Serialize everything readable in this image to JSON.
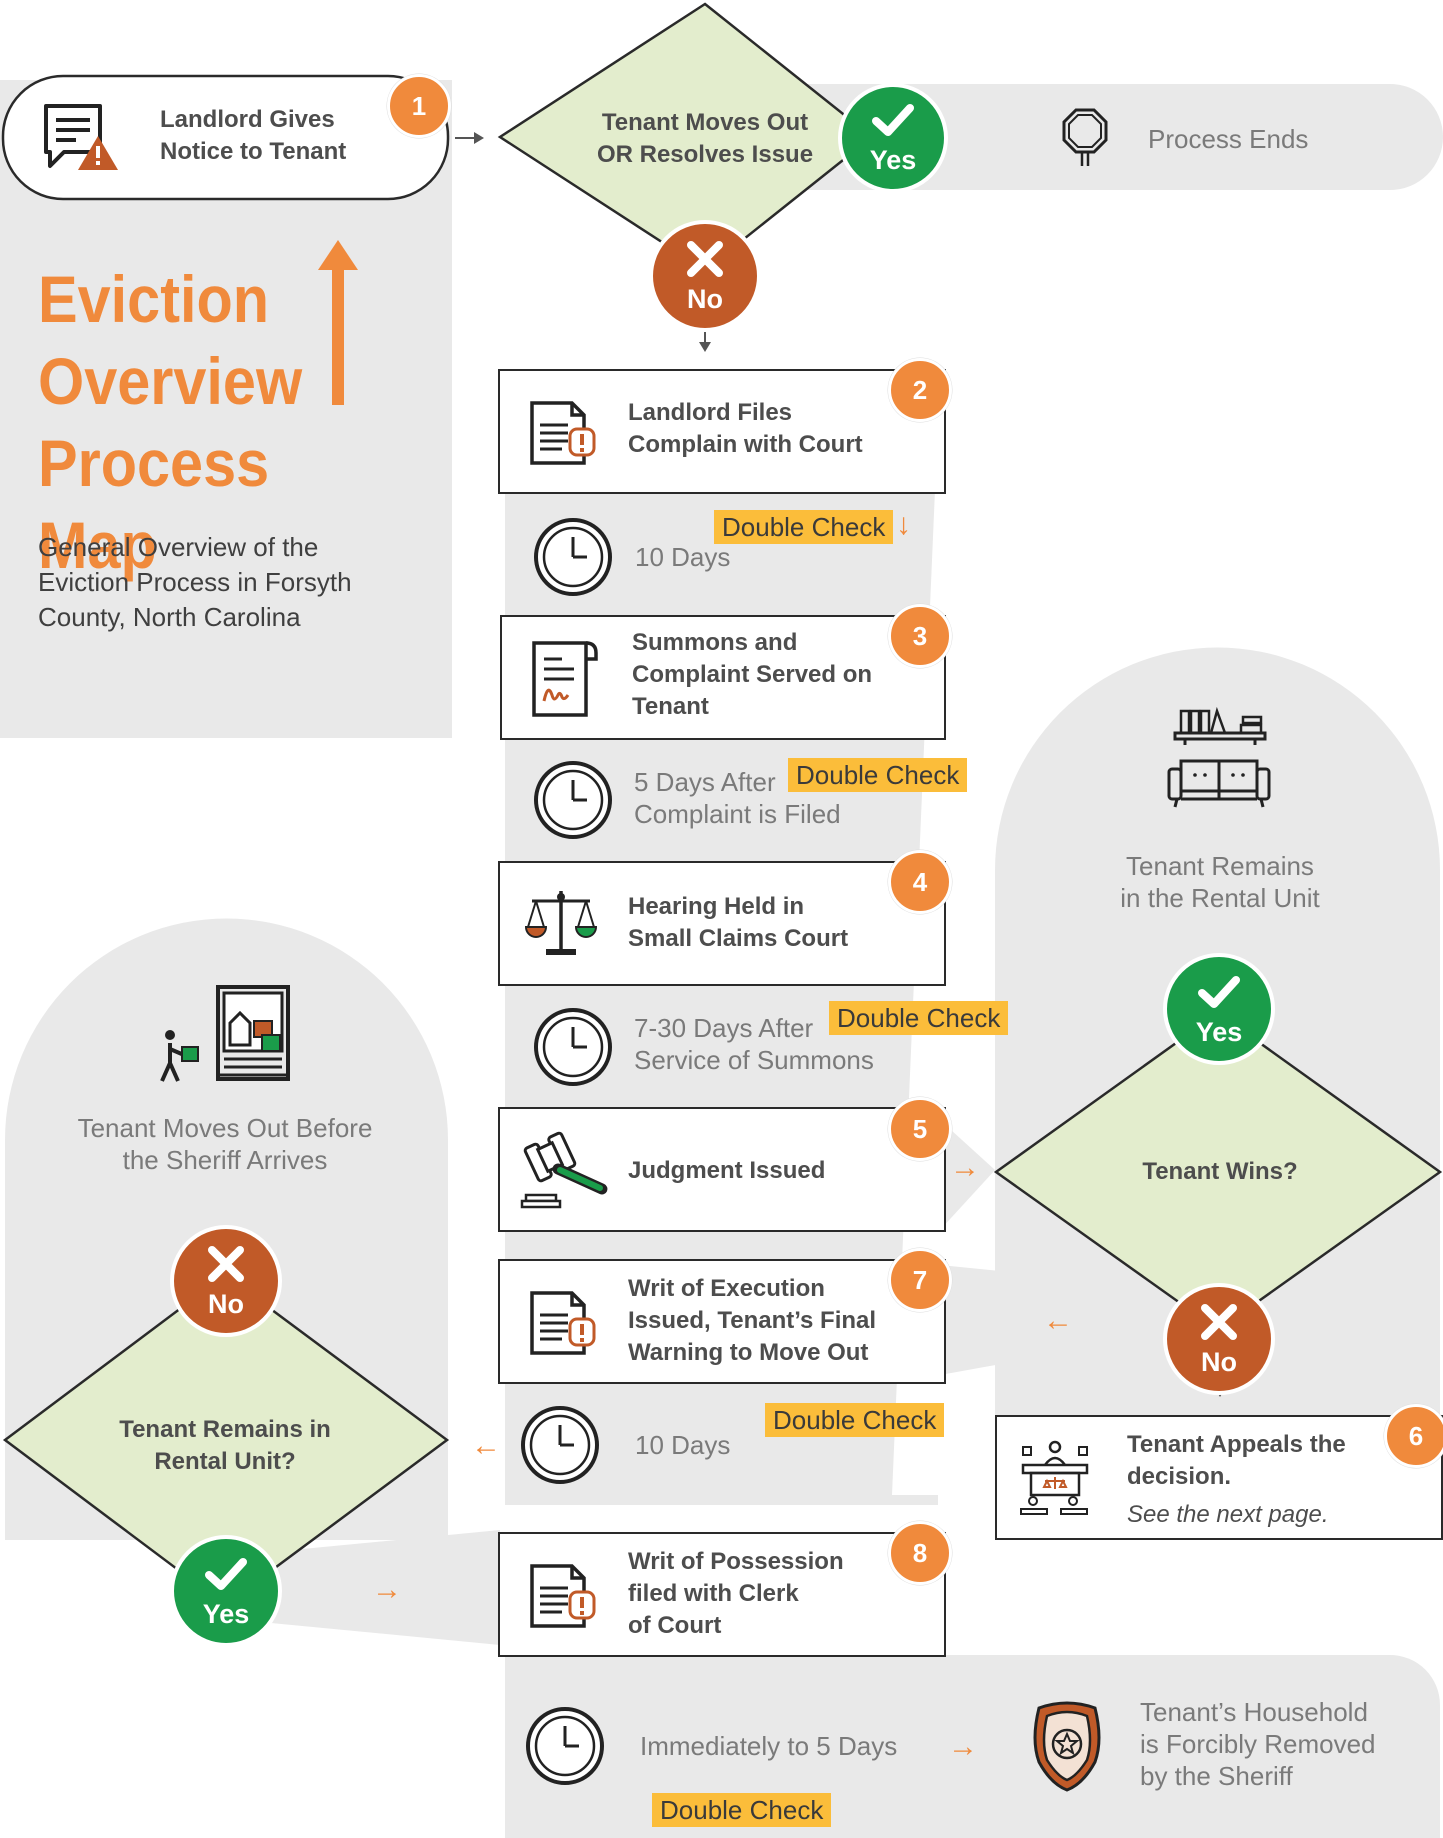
{
  "title": {
    "line1": "Eviction",
    "line2": "Overview",
    "line3": "Process Map"
  },
  "subtitle": [
    "General Overview of the",
    "Eviction Process in Forsyth",
    "County, North Carolina"
  ],
  "steps": {
    "s1": {
      "num": "1",
      "lines": [
        "Landlord Gives",
        "Notice to Tenant"
      ]
    },
    "s2": {
      "num": "2",
      "lines": [
        "Landlord Files",
        "Complain with Court"
      ]
    },
    "s3": {
      "num": "3",
      "lines": [
        "Summons and",
        "Complaint Served on",
        "Tenant"
      ]
    },
    "s4": {
      "num": "4",
      "lines": [
        "Hearing Held in",
        "Small Claims Court"
      ]
    },
    "s5": {
      "num": "5",
      "lines": [
        "Judgment Issued"
      ]
    },
    "s6": {
      "num": "6",
      "lines": [
        "Tenant Appeals the",
        "decision."
      ],
      "note": "See the next page."
    },
    "s7": {
      "num": "7",
      "lines": [
        "Writ of Execution",
        "Issued, Tenant’s Final",
        "Warning to Move Out"
      ]
    },
    "s8": {
      "num": "8",
      "lines": [
        "Writ of Possession",
        "filed with Clerk",
        "of Court"
      ]
    }
  },
  "decisions": {
    "d1": [
      "Tenant Moves Out",
      "OR Resolves Issue"
    ],
    "d2": [
      "Tenant Wins?"
    ],
    "d3": [
      "Tenant Remains in",
      "Rental Unit?"
    ]
  },
  "answers": {
    "yes": "Yes",
    "no": "No"
  },
  "durations": {
    "t1": [
      "10 Days"
    ],
    "t2": [
      "5 Days After",
      "Complaint is Filed"
    ],
    "t3": [
      "7-30 Days After",
      "Service of Summons"
    ],
    "t4": [
      "10 Days"
    ],
    "t5": [
      "Immediately to 5 Days"
    ]
  },
  "double_check": "Double Check",
  "outcomes": {
    "process_ends": "Process Ends",
    "remains": [
      "Tenant Remains",
      "in the Rental Unit"
    ],
    "moves_out": [
      "Tenant Moves Out Before",
      "the Sheriff Arrives"
    ],
    "removed": [
      "Tenant’s Household",
      "is Forcibly Removed",
      "by the Sheriff"
    ]
  },
  "colors": {
    "accent": "#f08a3c",
    "highlight": "#fbbd3a",
    "decision_fill": "#e3edcd",
    "yes": "#1a9c4a",
    "no": "#c15a28",
    "panel": "#e9e9e9"
  },
  "icons": [
    "notice-warning-icon",
    "document-alert-icon",
    "signed-document-icon",
    "scales-icon",
    "gavel-icon",
    "courtroom-icon",
    "clock-icon",
    "stop-sign-icon",
    "furniture-icon",
    "moving-truck-icon",
    "sheriff-badge-icon",
    "check-icon",
    "x-icon"
  ]
}
